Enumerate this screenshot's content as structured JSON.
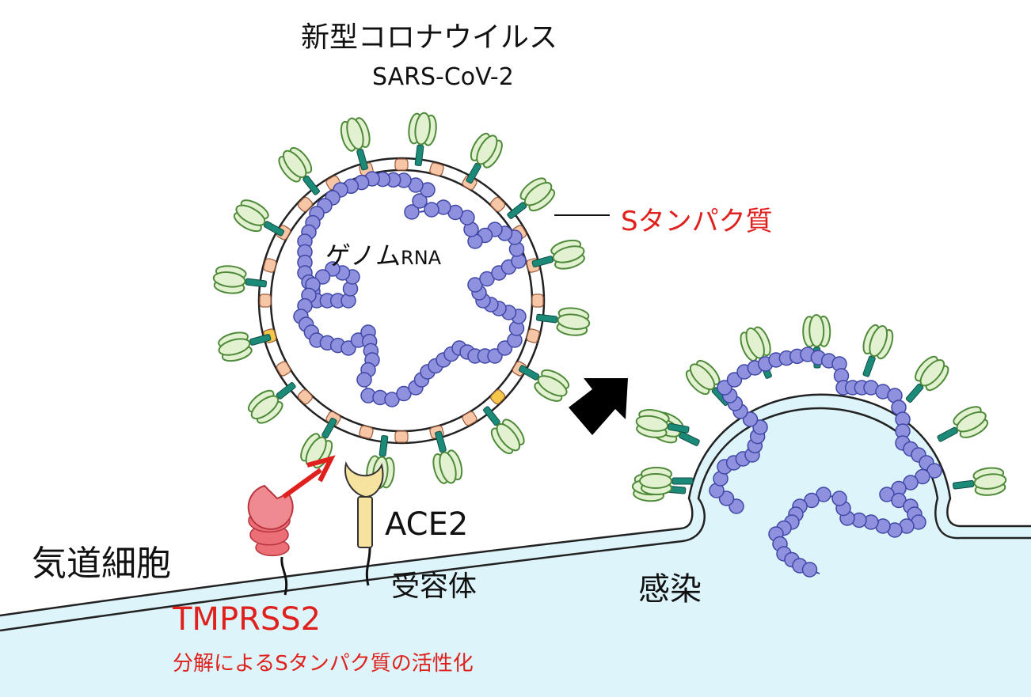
{
  "title": "新型コロナウイルス",
  "subtitle": "SARS-CoV-2",
  "labels": {
    "genome_rna": "ゲノム",
    "genome_rna_suffix": "RNA",
    "spike_protein": "Sタンパク質",
    "airway_cell": "気道細胞",
    "ace2": "ACE2",
    "receptor": "受容体",
    "tmprss2": "TMPRSS2",
    "tmprss2_note": "分解によるSタンパク質の活性化",
    "infection": "感染"
  },
  "colors": {
    "cell_fill": "#ddf4fa",
    "bead_fill": "#8f90de",
    "bead_stroke": "#3f47a6",
    "spike_head": "#e2f1cf",
    "spike_stroke": "#4f8a3a",
    "spike_stalk": "#1c8a78",
    "envelope_protein": "#f6c6a6",
    "tmprss2": "#ec6f78",
    "ace2": "#f7e3a0",
    "label_red": "#e0201c",
    "arrow": "#000000"
  }
}
